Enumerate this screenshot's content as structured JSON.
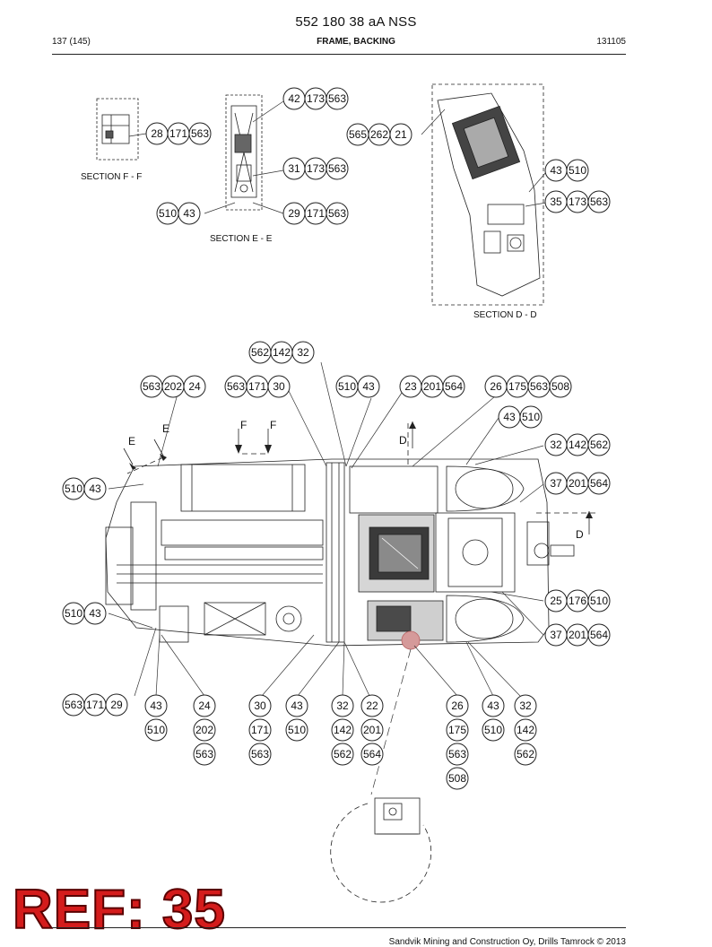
{
  "header": {
    "doc_title": "552 180 38 aA NSS",
    "page": "137 (145)",
    "section": "FRAME, BACKING",
    "doc_code": "131105"
  },
  "sections": {
    "f": "SECTION F - F",
    "e": "SECTION E - E",
    "d": "SECTION D - D"
  },
  "cut_markers": {
    "e_top": "E",
    "e_bottom": "E",
    "f_left": "F",
    "f_right": "F",
    "d_top": "D",
    "d_right": "D"
  },
  "callouts": [
    [
      "42",
      "173",
      "563"
    ],
    [
      "28",
      "171",
      "563"
    ],
    [
      "565",
      "262",
      "21"
    ],
    [
      "31",
      "173",
      "563"
    ],
    [
      "43",
      "510"
    ],
    [
      "35",
      "173",
      "563"
    ],
    [
      "510",
      "43"
    ],
    [
      "29",
      "171",
      "563"
    ],
    [
      "562",
      "142",
      "32"
    ],
    [
      "563",
      "202",
      "24"
    ],
    [
      "563",
      "171",
      "30"
    ],
    [
      "510",
      "43"
    ],
    [
      "23",
      "201",
      "564"
    ],
    [
      "26",
      "175",
      "563",
      "508"
    ],
    [
      "43",
      "510"
    ],
    [
      "32",
      "142",
      "562"
    ],
    [
      "510",
      "43"
    ],
    [
      "37",
      "201",
      "564"
    ],
    [
      "25",
      "176",
      "510"
    ],
    [
      "510",
      "43"
    ],
    [
      "37",
      "201",
      "564"
    ],
    [
      "563",
      "171",
      "29"
    ]
  ],
  "columns": [
    [
      "43",
      "510"
    ],
    [
      "24",
      "202",
      "563"
    ],
    [
      "30",
      "171",
      "563"
    ],
    [
      "43",
      "510"
    ],
    [
      "32",
      "142",
      "562"
    ],
    [
      "22",
      "201",
      "564"
    ],
    [
      "26",
      "175",
      "563",
      "508"
    ],
    [
      "43",
      "510"
    ],
    [
      "32",
      "142",
      "562"
    ]
  ],
  "footer": {
    "ref": "REF: 35",
    "copyright": "Sandvik Mining and Construction Oy, Drills Tamrock © 2013"
  }
}
